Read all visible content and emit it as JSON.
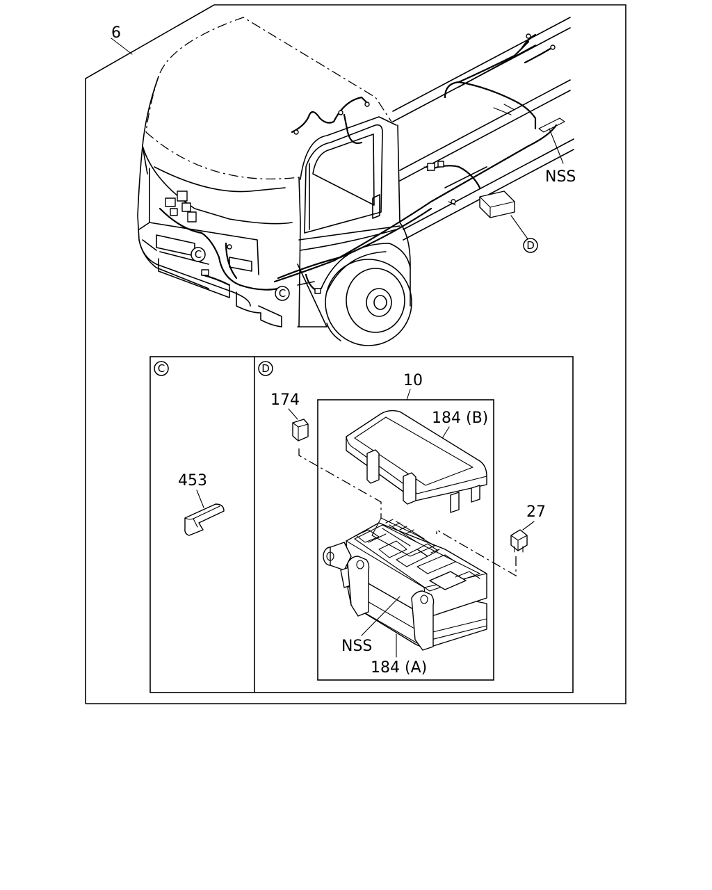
{
  "callouts": {
    "main_assembly": "6",
    "nss_chassis": "NSS",
    "detail_c_marker_1": "C",
    "detail_c_marker_2": "C",
    "detail_d_marker": "D"
  },
  "detail_c": {
    "marker": "C",
    "part_453": "453"
  },
  "detail_d": {
    "marker": "D",
    "part_10": "10",
    "part_174": "174",
    "part_184b": "184 (B)",
    "part_27": "27",
    "part_nss": "NSS",
    "part_184a": "184 (A)"
  }
}
